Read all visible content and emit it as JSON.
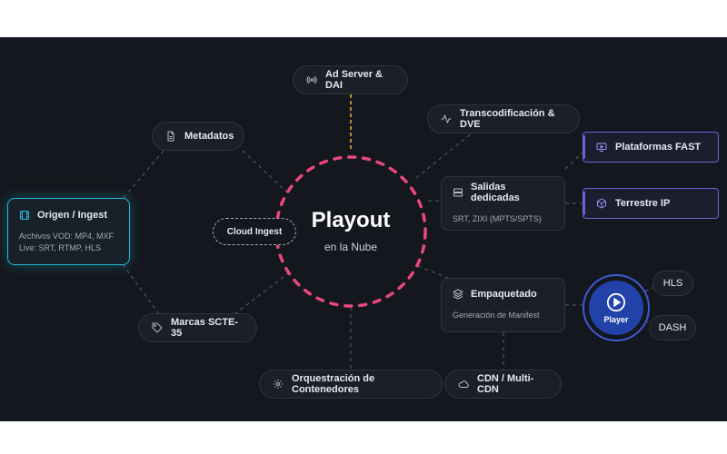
{
  "center": {
    "title": "Playout",
    "subtitle": "en la Nube"
  },
  "cloud_ingest": "Cloud Ingest",
  "nodes": {
    "ad_server": {
      "label": "Ad Server & DAI",
      "icon": "broadcast-icon"
    },
    "metadatos": {
      "label": "Metadatos",
      "icon": "document-icon"
    },
    "transcodificacion": {
      "label": "Transcodificación & DVE",
      "icon": "activity-icon"
    },
    "origen": {
      "label": "Origen / Ingest",
      "icon": "film-icon",
      "lines": [
        "Archivos VOD: MP4, MXF",
        "Live: SRT, RTMP, HLS"
      ]
    },
    "salidas": {
      "label": "Salidas dedicadas",
      "icon": "server-icon",
      "sub": "SRT, ZIXI (MPTS/SPTS)"
    },
    "fast": {
      "label": "Plataformas FAST",
      "icon": "tv-icon"
    },
    "terrestre": {
      "label": "Terrestre IP",
      "icon": "cube-icon"
    },
    "empaquetado": {
      "label": "Empaquetado",
      "icon": "layers-icon",
      "sub": "Generación de Manifest"
    },
    "marcas": {
      "label": "Marcas SCTE-35",
      "icon": "tag-icon"
    },
    "orquestacion": {
      "label": "Orquestración de Contenedores",
      "icon": "gear-icon"
    },
    "cdn": {
      "label": "CDN / Multi-CDN",
      "icon": "cloud-icon"
    },
    "player": {
      "label": "Player",
      "icon": "play-icon"
    },
    "hls": {
      "label": "HLS"
    },
    "dash": {
      "label": "DASH"
    }
  },
  "colors": {
    "background": "#14171d",
    "ring": "#e8477f",
    "ad_link": "#f0b43c",
    "origin_accent": "#22b8d4",
    "fast_accent": "#6b62d8",
    "player": "#2142a8"
  }
}
